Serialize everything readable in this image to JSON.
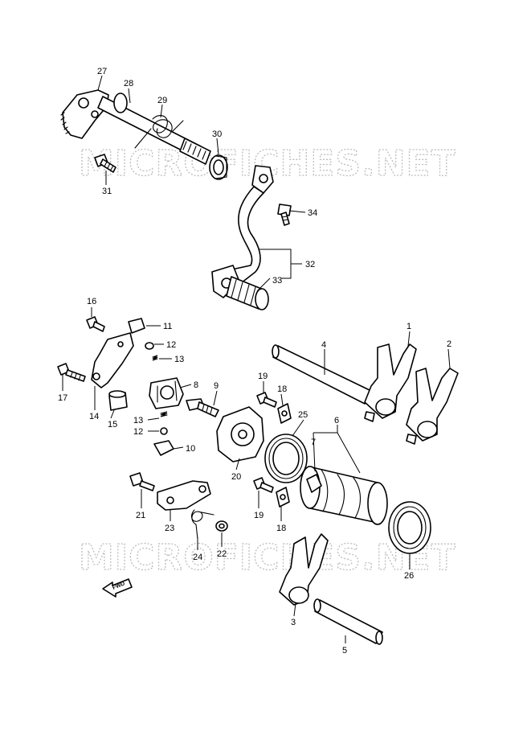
{
  "watermark": "MICROFICHES.NET",
  "fwd_label": "FWD",
  "callouts": {
    "p1": "1",
    "p2": "2",
    "p3": "3",
    "p4": "4",
    "p5": "5",
    "p6": "6",
    "p7": "7",
    "p8": "8",
    "p9": "9",
    "p10": "10",
    "p11": "11",
    "p12a": "12",
    "p12b": "12",
    "p13a": "13",
    "p13b": "13",
    "p14": "14",
    "p15": "15",
    "p16": "16",
    "p17": "17",
    "p18a": "18",
    "p18b": "18",
    "p19a": "19",
    "p19b": "19",
    "p20": "20",
    "p21": "21",
    "p22": "22",
    "p23": "23",
    "p24": "24",
    "p25": "25",
    "p26": "26",
    "p27": "27",
    "p28": "28",
    "p29": "29",
    "p30": "30",
    "p31": "31",
    "p32": "32",
    "p33": "33",
    "p34": "34"
  }
}
